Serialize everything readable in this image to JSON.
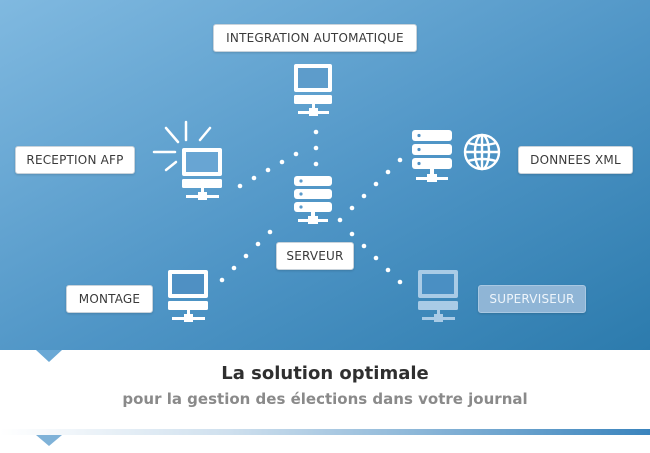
{
  "nodes": {
    "integration": "INTEGRATION AUTOMATIQUE",
    "reception": "RECEPTION AFP",
    "donnees": "DONNEES XML",
    "serveur": "SERVEUR",
    "montage": "MONTAGE",
    "superviseur": "SUPERVISEUR"
  },
  "caption": {
    "title": "La solution optimale",
    "subtitle": "pour la gestion des élections dans votre journal"
  },
  "colors": {
    "panel_start": "#7fb6de",
    "panel_end": "#2f7fb0",
    "icon": "#ffffff",
    "icon_dim": "#a9cbe6",
    "bottom_bar": "#3a84bd"
  },
  "icons": [
    "computer-icon",
    "server-icon",
    "globe-icon",
    "signal-rays-icon"
  ]
}
